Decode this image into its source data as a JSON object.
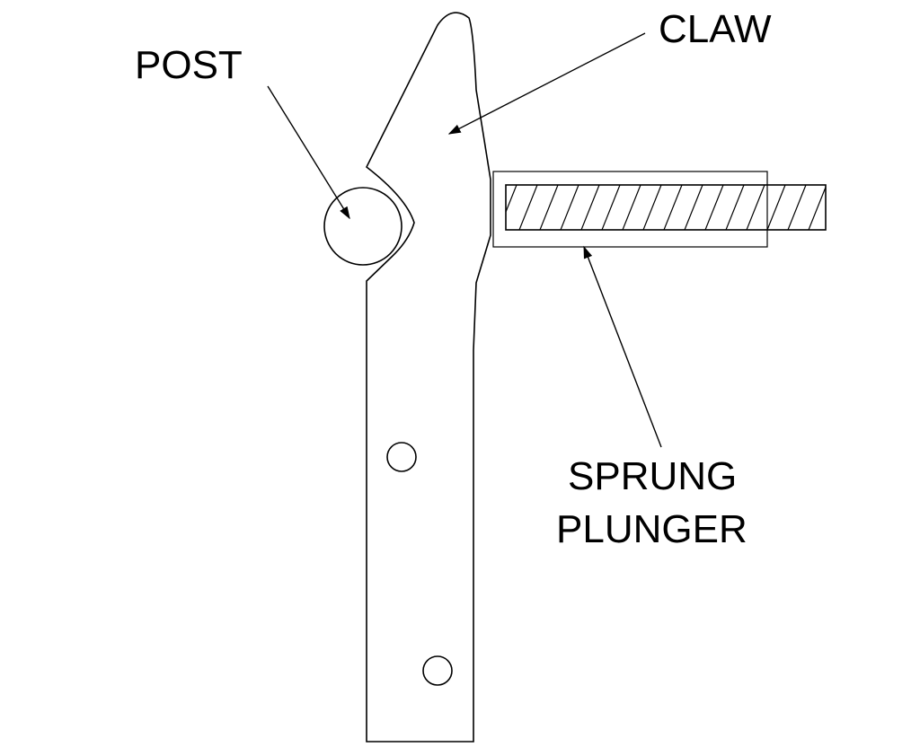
{
  "diagram": {
    "labels": {
      "post": "POST",
      "claw": "CLAW",
      "plunger_line1": "SPRUNG",
      "plunger_line2": "PLUNGER"
    },
    "colors": {
      "line": "#000000",
      "background": "#ffffff"
    }
  }
}
